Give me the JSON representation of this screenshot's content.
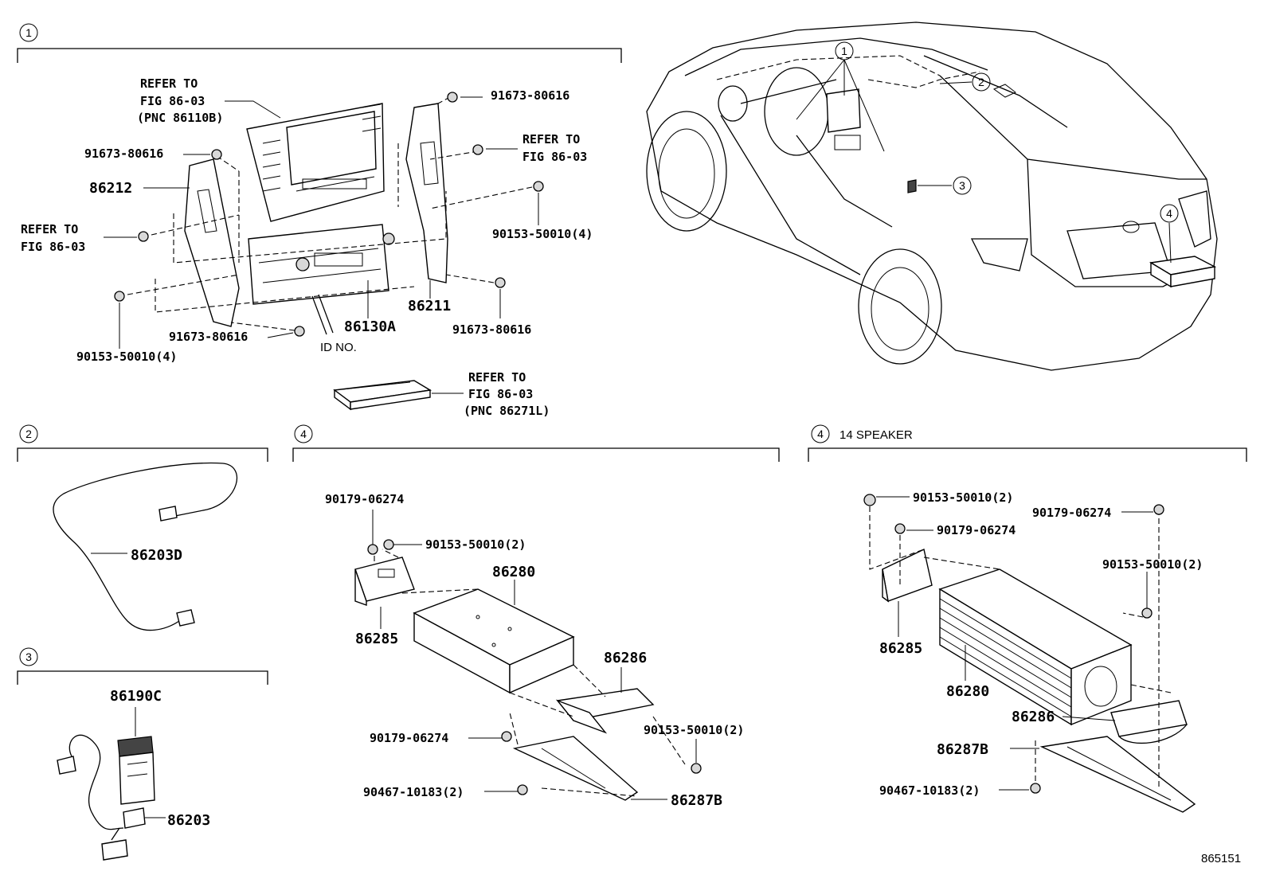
{
  "sections": {
    "s1": {
      "num": "1"
    },
    "s2": {
      "num": "2"
    },
    "s3": {
      "num": "3"
    },
    "s4a": {
      "num": "4"
    },
    "s4b": {
      "num": "4",
      "title": "14 SPEAKER"
    }
  },
  "car_callouts": [
    "1",
    "2",
    "3",
    "4"
  ],
  "labels": {
    "refer_to": "REFER TO",
    "fig_86_03": "FIG 86-03",
    "pnc_86110b": "(PNC 86110B)",
    "pnc_86271l": "(PNC 86271L)",
    "id_no": "ID NO.",
    "p91673_80616": "91673-80616",
    "p86212": "86212",
    "p90153_50010_4": "90153-50010(4)",
    "p86211": "86211",
    "p86130a": "86130A",
    "p86203d": "86203D",
    "p86190c": "86190C",
    "p86203": "86203",
    "p90179_06274": "90179-06274",
    "p90153_50010_2": "90153-50010(2)",
    "p86280": "86280",
    "p86285": "86285",
    "p86286": "86286",
    "p90467_10183_2": "90467-10183(2)",
    "p86287b": "86287B",
    "fig_id": "865151"
  }
}
